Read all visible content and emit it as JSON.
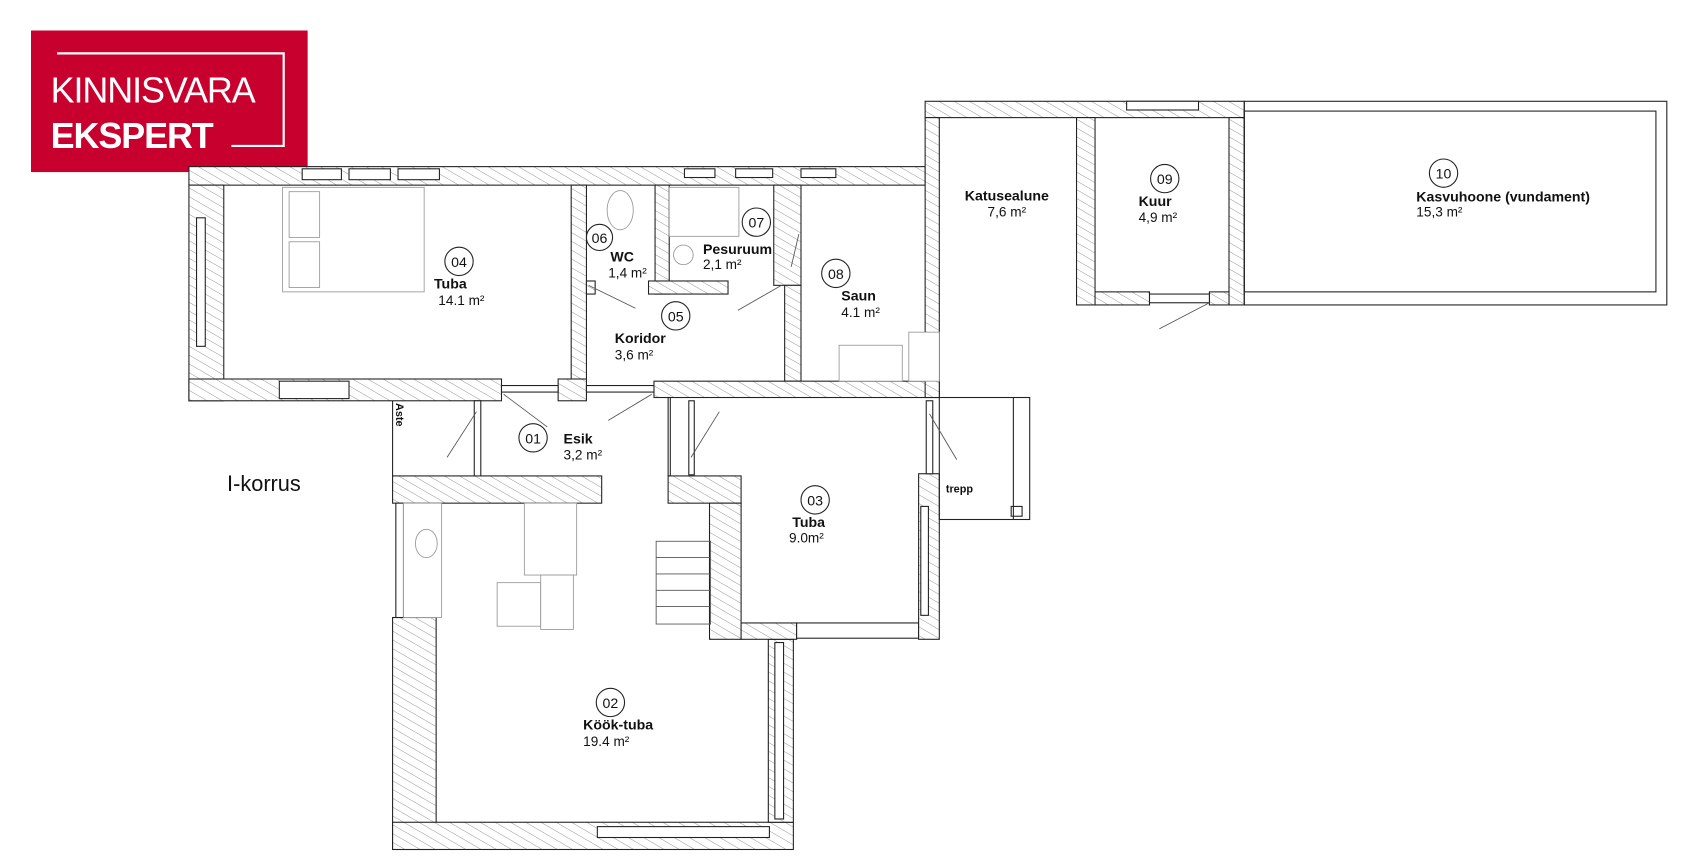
{
  "logo": {
    "line1": "KINNISVARA",
    "line2": "EKSPERT",
    "color": "#c8002d"
  },
  "floor_label": "I-korrus",
  "rooms": [
    {
      "num": "01",
      "name": "Esik",
      "area": "3,2 m²"
    },
    {
      "num": "02",
      "name": "Köök-tuba",
      "area": "19.4 m²"
    },
    {
      "num": "03",
      "name": "Tuba",
      "area": "9.0m²"
    },
    {
      "num": "04",
      "name": "Tuba",
      "area": "14.1 m²"
    },
    {
      "num": "05",
      "name": "Koridor",
      "area": "3,6 m²"
    },
    {
      "num": "06",
      "name": "WC",
      "area": "1,4 m²"
    },
    {
      "num": "07",
      "name": "Pesuruum",
      "area": "2,1 m²"
    },
    {
      "num": "08",
      "name": "Saun",
      "area": "4.1 m²"
    },
    {
      "num": "09",
      "name": "Kuur",
      "area": "4,9 m²"
    },
    {
      "num": "10",
      "name": "Kasvuhoone (vundament)",
      "area": "15,3 m²"
    },
    {
      "name": "Katusealune",
      "area": "7,6 m²"
    }
  ],
  "annotations": {
    "aste": "Aste",
    "trepp": "trepp"
  }
}
